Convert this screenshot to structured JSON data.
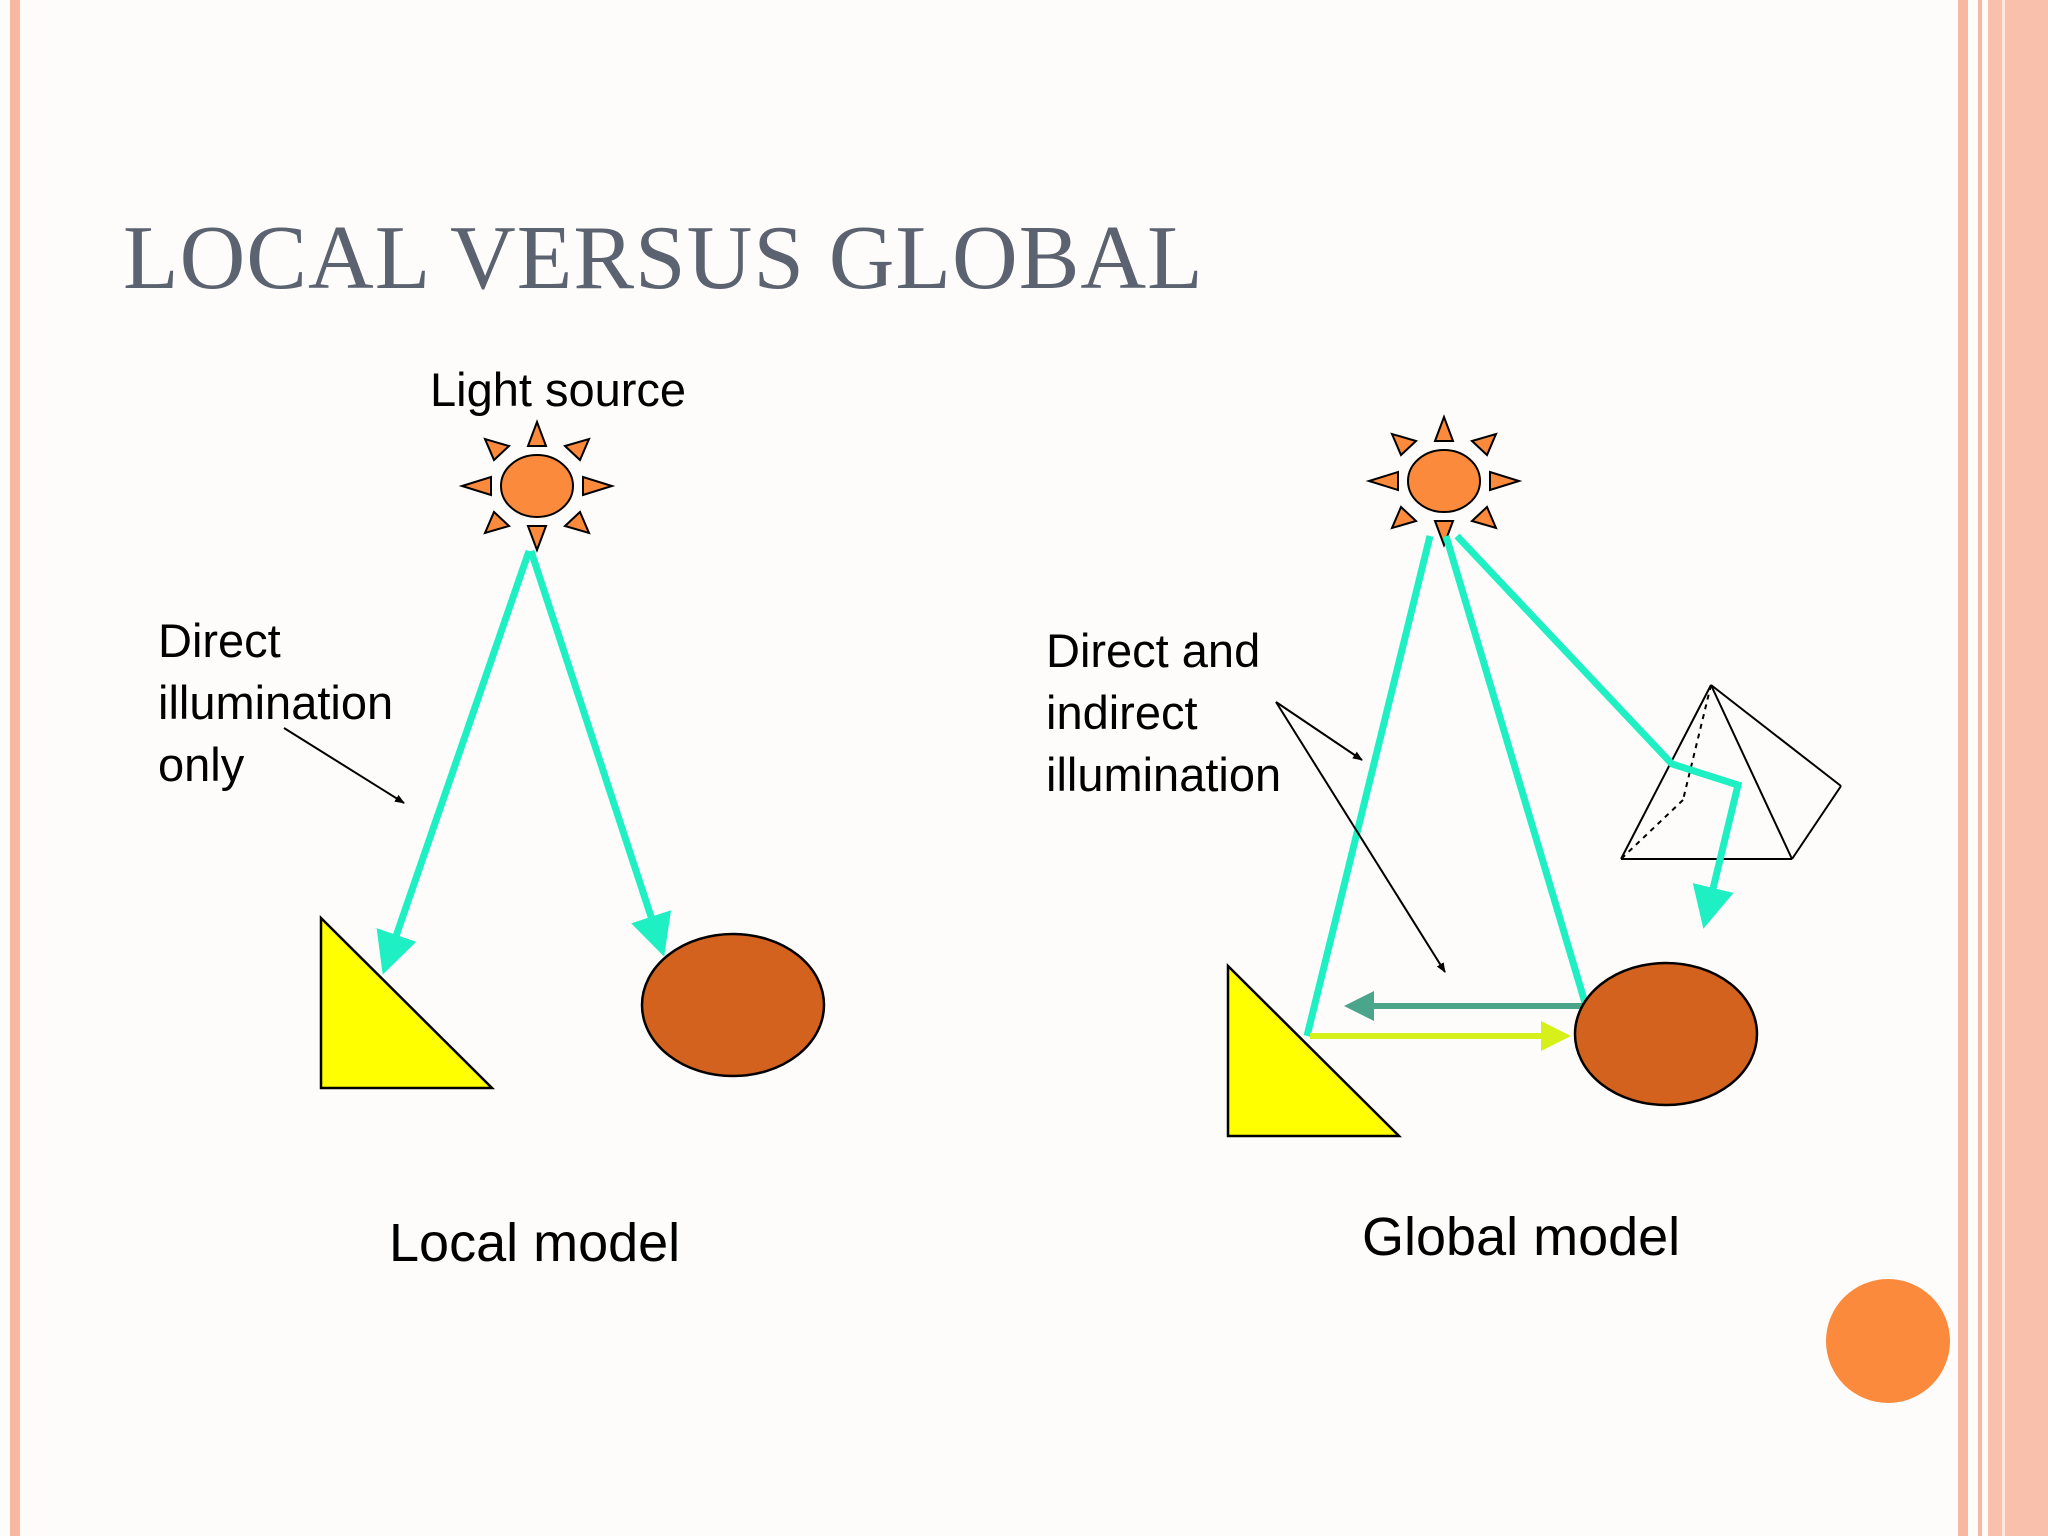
{
  "slide": {
    "title": "LOCAL VERSUS GLOBAL",
    "colors": {
      "title_text": "#5b6270",
      "border_stripe": "#f7b7a0",
      "light_ray": "#1ef0c4",
      "sun": "#fb8a3c",
      "triangle": "#ffff00",
      "sphere": "#d4621f",
      "reflected_ray_to_triangle": "#4aa58a",
      "reflected_ray_to_sphere": "#d8f01a",
      "corner_dot": "#fb8a3c"
    }
  },
  "local_panel": {
    "light_source_label": "Light source",
    "annotation_lines": [
      "Direct",
      "illumination",
      "only"
    ],
    "caption": "Local model",
    "icons": [
      "sun-icon",
      "triangle-shape",
      "sphere-shape"
    ]
  },
  "global_panel": {
    "annotation_lines": [
      "Direct and",
      "indirect",
      "illumination"
    ],
    "caption": "Global model",
    "icons": [
      "sun-icon",
      "triangle-shape",
      "sphere-shape",
      "pyramid-wireframe"
    ]
  }
}
